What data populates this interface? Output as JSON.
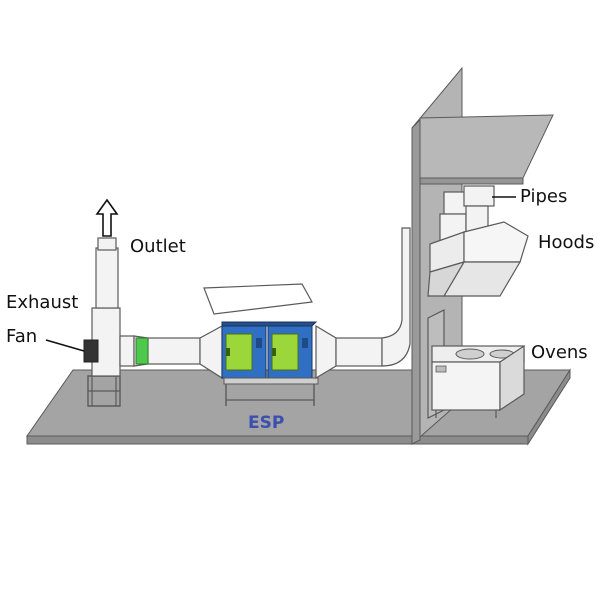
{
  "labels": {
    "outlet": "Outlet",
    "exhaust": "Exhaust",
    "fan": "Fan",
    "esp": "ESP",
    "pipes": "Pipes",
    "hoods": "Hoods",
    "ovens": "Ovens"
  },
  "colors": {
    "line": "#5a5a5a",
    "floor": "#a4a4a4",
    "floor_edge": "#8c8c8c",
    "wall": "#a8a8a8",
    "duct": "#f3f3f3",
    "esp_body": "#2f6fc4",
    "esp_panel": "#9bd63a",
    "accent_green": "#4ec94e",
    "esp_label": "#3a4fb0"
  }
}
